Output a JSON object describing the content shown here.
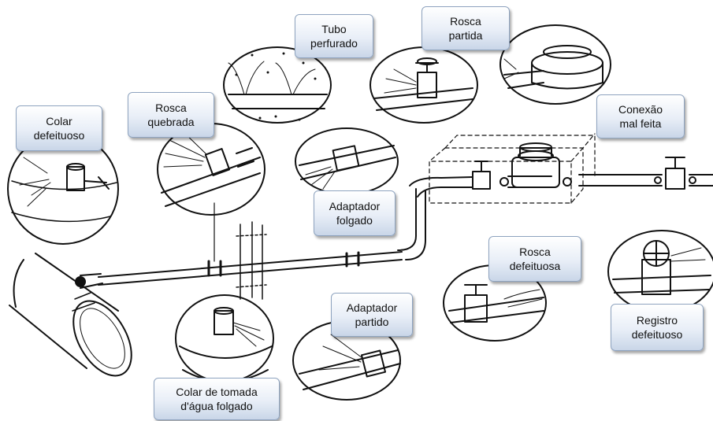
{
  "labels": {
    "colar_defeituoso": [
      "Colar",
      "defeituoso"
    ],
    "rosca_quebrada": [
      "Rosca",
      "quebrada"
    ],
    "tubo_perfurado": [
      "Tubo",
      "perfurado"
    ],
    "rosca_partida": [
      "Rosca",
      "partida"
    ],
    "conexao_mal_feita": [
      "Conexão",
      "mal feita"
    ],
    "adaptador_folgado": [
      "Adaptador",
      "folgado"
    ],
    "rosca_defeituosa": [
      "Rosca",
      "defeituosa"
    ],
    "registro_defeituoso": [
      "Registro",
      "defeituoso"
    ],
    "adaptador_partido": [
      "Adaptador",
      "partido"
    ],
    "colar_de_tomada_folgado": [
      "Colar de tomada",
      "d'água folgado"
    ]
  },
  "colors": {
    "ink": "#111111",
    "label_border": "#8ea3bf",
    "label_fill_bottom": "#c9d6e8"
  }
}
